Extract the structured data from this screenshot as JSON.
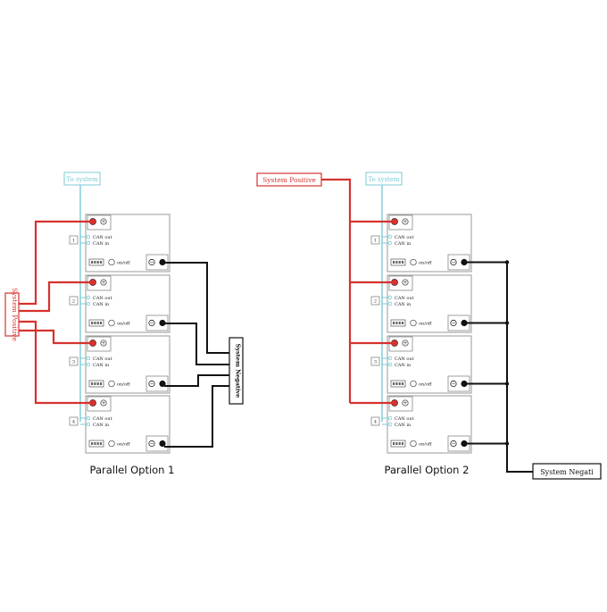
{
  "colors": {
    "positive": "#d6322e",
    "negative": "#111111",
    "comm": "#7ccbd6",
    "battery_border": "#9a9a9a"
  },
  "labels": {
    "to_system": "To system",
    "system_positive": "System Positive",
    "system_negative_vertical": "System Negative",
    "system_negative_box": "System Negati",
    "can_out": "CAN out",
    "can_in": "CAN in",
    "on_off": "on/off",
    "plus": "+",
    "minus": "−"
  },
  "options": [
    {
      "caption": "Parallel Option 1",
      "numbers": [
        "1",
        "2",
        "3",
        "4"
      ]
    },
    {
      "caption": "Parallel Option 2",
      "numbers": [
        "1",
        "2",
        "3",
        "4"
      ]
    }
  ]
}
